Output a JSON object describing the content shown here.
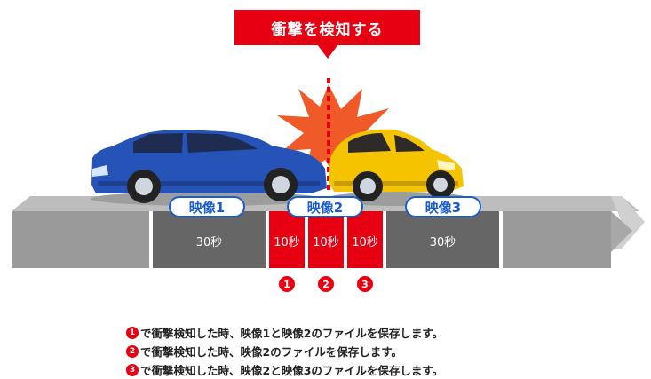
{
  "callout": {
    "text": "衝撃を検知する"
  },
  "clips": [
    {
      "label": "映像1"
    },
    {
      "label": "映像2"
    },
    {
      "label": "映像3"
    }
  ],
  "segments": {
    "before": "30秒",
    "impact_1": "10秒",
    "impact_2": "10秒",
    "impact_3": "10秒",
    "after": "30秒"
  },
  "markers": [
    "1",
    "2",
    "3"
  ],
  "notes": [
    {
      "num": "1",
      "text": "で衝撃検知した時、映像1と映像2のファイルを保存します。"
    },
    {
      "num": "2",
      "text": "で衝撃検知した時、映像2のファイルを保存します。"
    },
    {
      "num": "3",
      "text": "で衝撃検知した時、映像2と映像3のファイルを保存します。"
    }
  ],
  "colors": {
    "accent_red": "#e60012",
    "clip_blue": "#1a5dcc",
    "segment_gray": "#666666",
    "bar_gray": "#9a9a9a"
  }
}
